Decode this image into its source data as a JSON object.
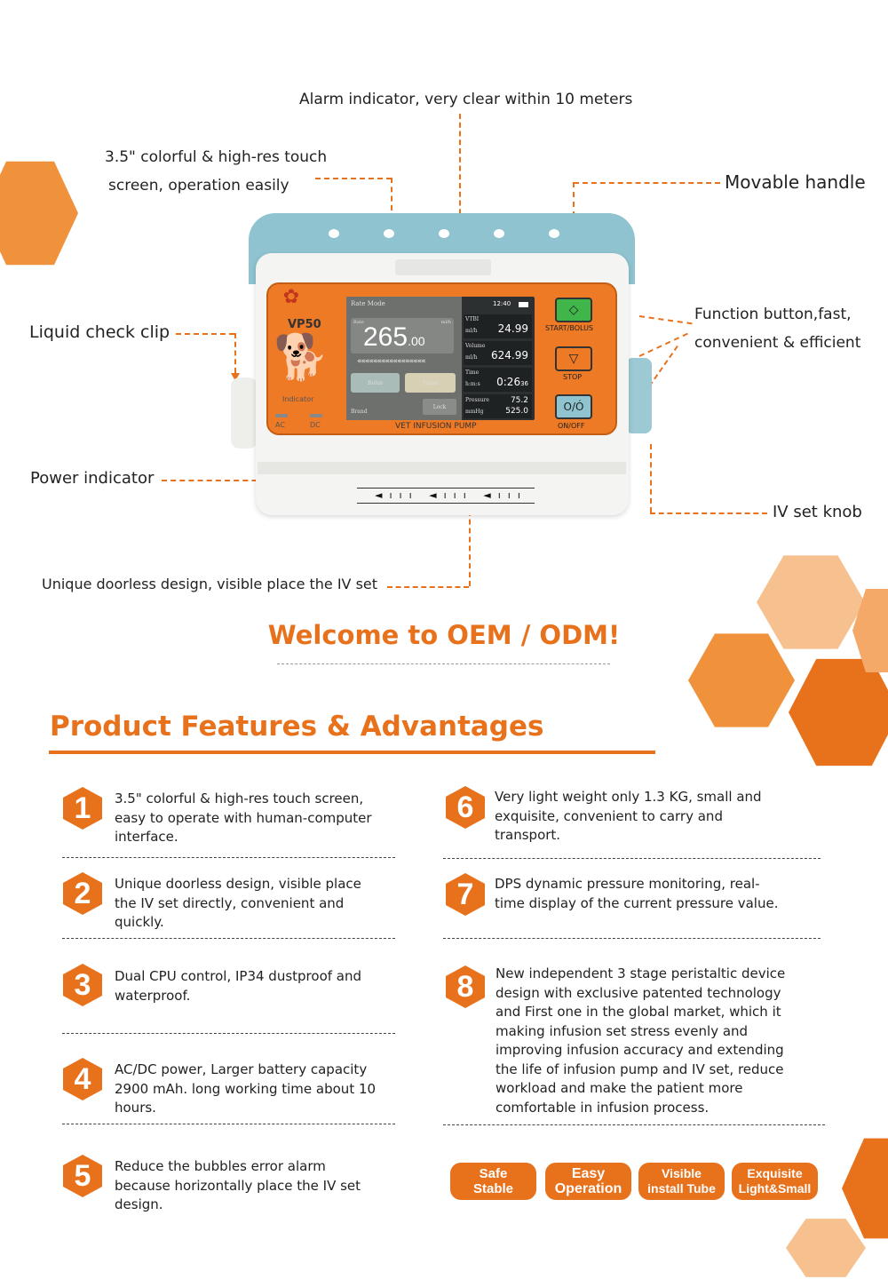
{
  "callouts": {
    "alarm": "Alarm indicator, very clear within 10 meters",
    "screen_line1": "3.5\" colorful & high-res touch",
    "screen_line2": "screen, operation easily",
    "handle": "Movable handle",
    "liquid_clip": "Liquid check clip",
    "function_line1": "Function button,fast,",
    "function_line2": "convenient & efficient",
    "power": "Power indicator",
    "iv_knob": "IV set knob",
    "doorless": "Unique doorless design, visible place the IV set"
  },
  "device": {
    "model": "VP50",
    "label": "VET INFUSION PUMP",
    "indicator": "Indicator",
    "ac": "AC",
    "dc": "DC",
    "mode": "Rate Mode",
    "clock": "12:40",
    "rate_label": "Rate",
    "rate_unit": "ml/h",
    "rate_int": "265",
    "rate_dec": ".00",
    "bolus": "Bolus",
    "pause": "Pause",
    "lock": "Lock",
    "brand": "Brand",
    "vtbi_label": "VTBI",
    "vtbi_unit": "ml/h",
    "vtbi": "24.99",
    "volume_label": "Volume",
    "volume_unit": "ml/h",
    "volume": "624.99",
    "time_label": "Time",
    "time_unit": "h:m:s",
    "time": "0:26",
    "time_sec": "36",
    "pressure_label": "Pressure",
    "pressure_unit": "mmHg",
    "pressure1": "75.2",
    "pressure2": "525.0",
    "start": "START/BOLUS",
    "stop": "STOP",
    "onoff": "ON/OFF"
  },
  "welcome": "Welcome to OEM / ODM!",
  "section_title": "Product Features & Advantages",
  "features": [
    {
      "n": "1",
      "text": "3.5\" colorful & high-res touch screen, easy to operate with human-computer interface."
    },
    {
      "n": "2",
      "text": "Unique doorless design, visible place the IV set directly, convenient and quickly."
    },
    {
      "n": "3",
      "text": "Dual CPU control, IP34 dustproof and waterproof."
    },
    {
      "n": "4",
      "text": "AC/DC power, Larger battery capacity 2900 mAh. long working time about 10 hours."
    },
    {
      "n": "5",
      "text": "Reduce the bubbles error alarm because horizontally place the IV set design."
    },
    {
      "n": "6",
      "text": "Very light weight only 1.3 KG, small and exquisite, convenient to carry and transport."
    },
    {
      "n": "7",
      "text": "DPS dynamic pressure monitoring, real-time display of the current pressure value."
    },
    {
      "n": "8",
      "text": "New independent 3 stage peristaltic device design with exclusive patented technology and First one in the global market, which it making infusion set stress evenly and improving infusion accuracy and extending the life of infusion pump and IV set, reduce workload and make the patient more comfortable in infusion process."
    }
  ],
  "badges": [
    {
      "l1": "Safe",
      "l2": "Stable"
    },
    {
      "l1": "Easy",
      "l2": "Operation"
    },
    {
      "l1": "Visible",
      "l2": "install Tube"
    },
    {
      "l1": "Exquisite",
      "l2": "Light&Small"
    }
  ],
  "colors": {
    "accent": "#e8711c",
    "green": "#3fb54a",
    "teal": "#8fc3cf"
  }
}
